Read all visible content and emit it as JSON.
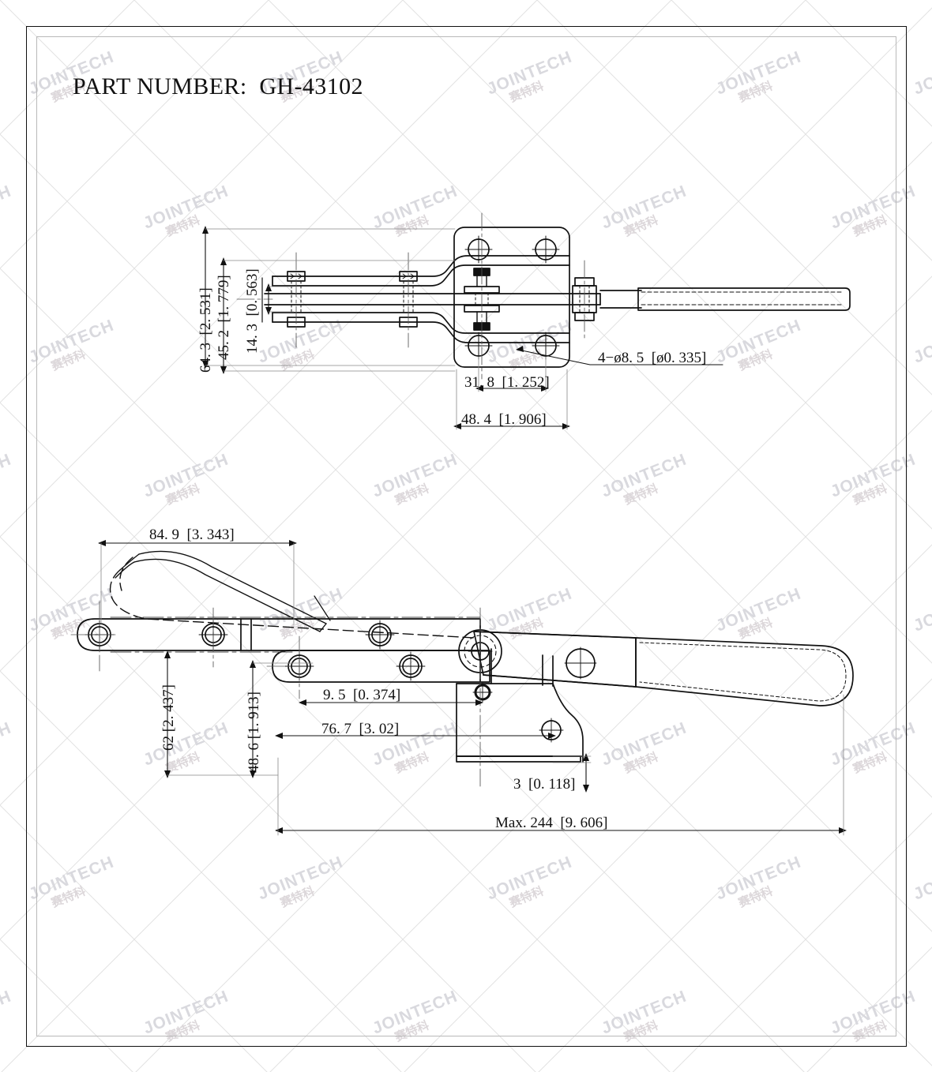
{
  "sheet": {
    "title_label": "PART NUMBER:  GH-43102",
    "part_number": "GH-43102",
    "watermark_text": "JOINTECH",
    "watermark_cn": "赛特科",
    "border_color": "#111111",
    "line_color": "#111111"
  },
  "views": {
    "top": {
      "name": "top-view"
    },
    "side": {
      "name": "side-view"
    }
  },
  "dimensions": {
    "top_view": [
      {
        "id": "overall-height",
        "text": "64. 3  [2. 531]",
        "value_mm": 64.3,
        "value_in": 2.531,
        "orientation": "vertical"
      },
      {
        "id": "plate-height",
        "text": "45. 2  [1. 779]",
        "value_mm": 45.2,
        "value_in": 1.779,
        "orientation": "vertical"
      },
      {
        "id": "bar-width",
        "text": "14. 3  [0. 563]",
        "value_mm": 14.3,
        "value_in": 0.563,
        "orientation": "vertical"
      },
      {
        "id": "hole-spacing",
        "text": "31. 8  [1. 252]",
        "value_mm": 31.8,
        "value_in": 1.252,
        "orientation": "horizontal"
      },
      {
        "id": "plate-width",
        "text": "48. 4  [1. 906]",
        "value_mm": 48.4,
        "value_in": 1.906,
        "orientation": "horizontal"
      },
      {
        "id": "hole-callout",
        "text": "4−ø8. 5  [ø0. 335]",
        "qty": 4,
        "diameter_mm": 8.5,
        "diameter_in": 0.335,
        "orientation": "leader"
      }
    ],
    "side_view": [
      {
        "id": "handle-open-length",
        "text": "84. 9  [3. 343]",
        "value_mm": 84.9,
        "value_in": 3.343,
        "orientation": "horizontal"
      },
      {
        "id": "open-height",
        "text": "62 [2. 437]",
        "value_mm": 62,
        "value_in": 2.437,
        "orientation": "vertical"
      },
      {
        "id": "closed-height",
        "text": "48. 6 [1. 913]",
        "value_mm": 48.6,
        "value_in": 1.913,
        "orientation": "vertical"
      },
      {
        "id": "pin-offset",
        "text": "9. 5  [0. 374]",
        "value_mm": 9.5,
        "value_in": 0.374,
        "orientation": "horizontal"
      },
      {
        "id": "base-length",
        "text": "76. 7  [3. 02]",
        "value_mm": 76.7,
        "value_in": 3.02,
        "orientation": "horizontal"
      },
      {
        "id": "plate-thickness",
        "text": "3  [0. 118]",
        "value_mm": 3,
        "value_in": 0.118,
        "orientation": "vertical"
      },
      {
        "id": "max-overall-length",
        "text": "Max. 244  [9. 606]",
        "value_mm": 244,
        "value_in": 9.606,
        "orientation": "horizontal"
      }
    ]
  }
}
